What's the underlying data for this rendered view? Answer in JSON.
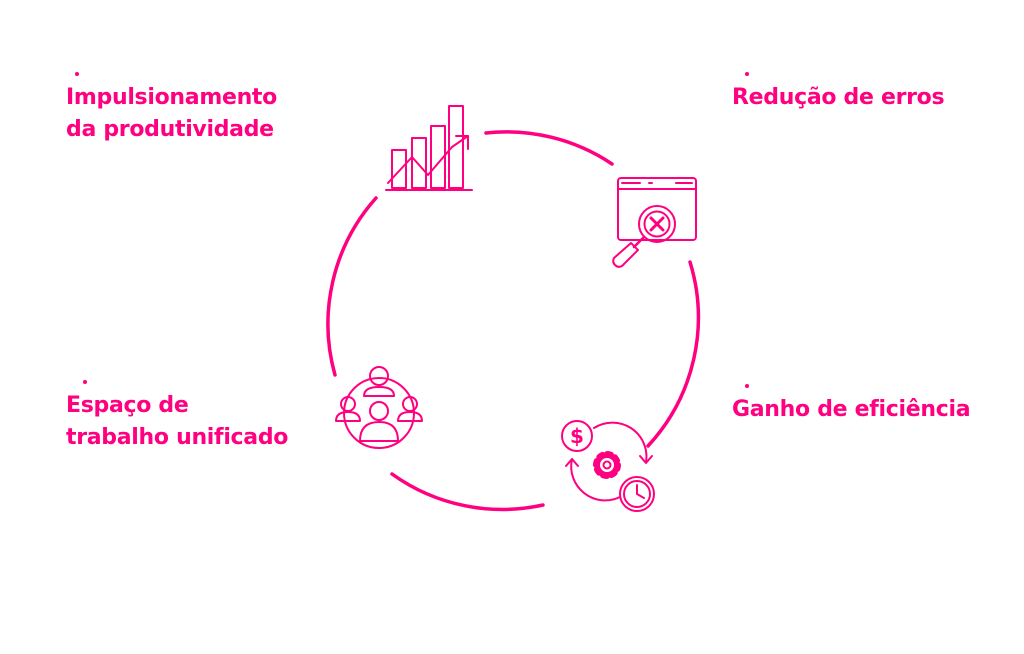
{
  "colors": {
    "accent": "#ff0080",
    "background": "#ffffff"
  },
  "items": [
    {
      "id": "productivity",
      "label_lines": [
        "Impulsionamento",
        "da produtividade"
      ],
      "icon": "growth-chart-icon"
    },
    {
      "id": "errors",
      "label_lines": [
        "Redução de erros"
      ],
      "icon": "error-search-icon"
    },
    {
      "id": "workspace",
      "label_lines": [
        "Espaço de",
        "trabalho unificado"
      ],
      "icon": "team-icon"
    },
    {
      "id": "efficiency",
      "label_lines": [
        "Ganho de eficiência"
      ],
      "icon": "money-gear-clock-icon"
    }
  ]
}
